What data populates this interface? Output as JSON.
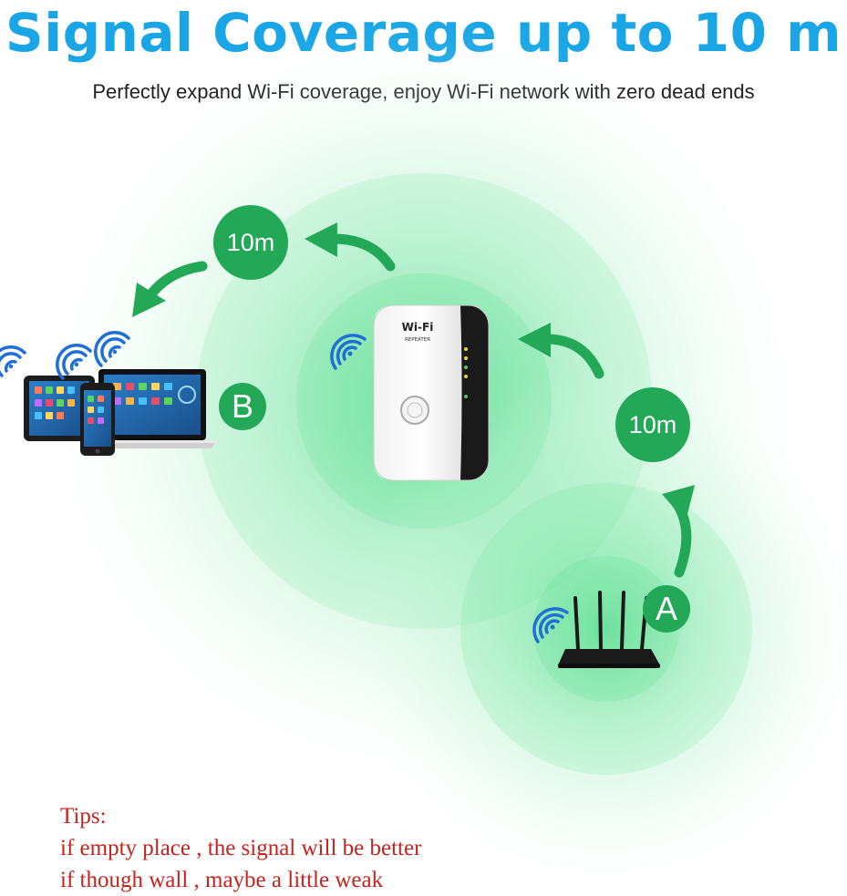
{
  "header": {
    "title": "Signal Coverage up to 10 m",
    "subtitle": "Perfectly expand Wi-Fi coverage, enjoy Wi-Fi network with zero dead ends"
  },
  "diagram": {
    "distance_label_top": "10m",
    "distance_label_right": "10m",
    "label_a": "A",
    "label_b": "B",
    "repeater_brand": "Wi-Fi",
    "repeater_model": "REPEATER",
    "colors": {
      "coverage": "#6ee59a",
      "badge": "#22a857",
      "arrow": "#22a857",
      "wifi_signal": "#1f6fd6",
      "title": "#1aa6e6",
      "tips": "#c8221e"
    },
    "icons": [
      "wifi-signal-icon",
      "repeater-device",
      "router-device",
      "tablet-device",
      "phone-device",
      "laptop-device",
      "curved-arrow-icon"
    ]
  },
  "tips": {
    "heading": "Tips:",
    "line1": "if empty place , the signal will be better",
    "line2": "if though wall , maybe a little weak"
  }
}
